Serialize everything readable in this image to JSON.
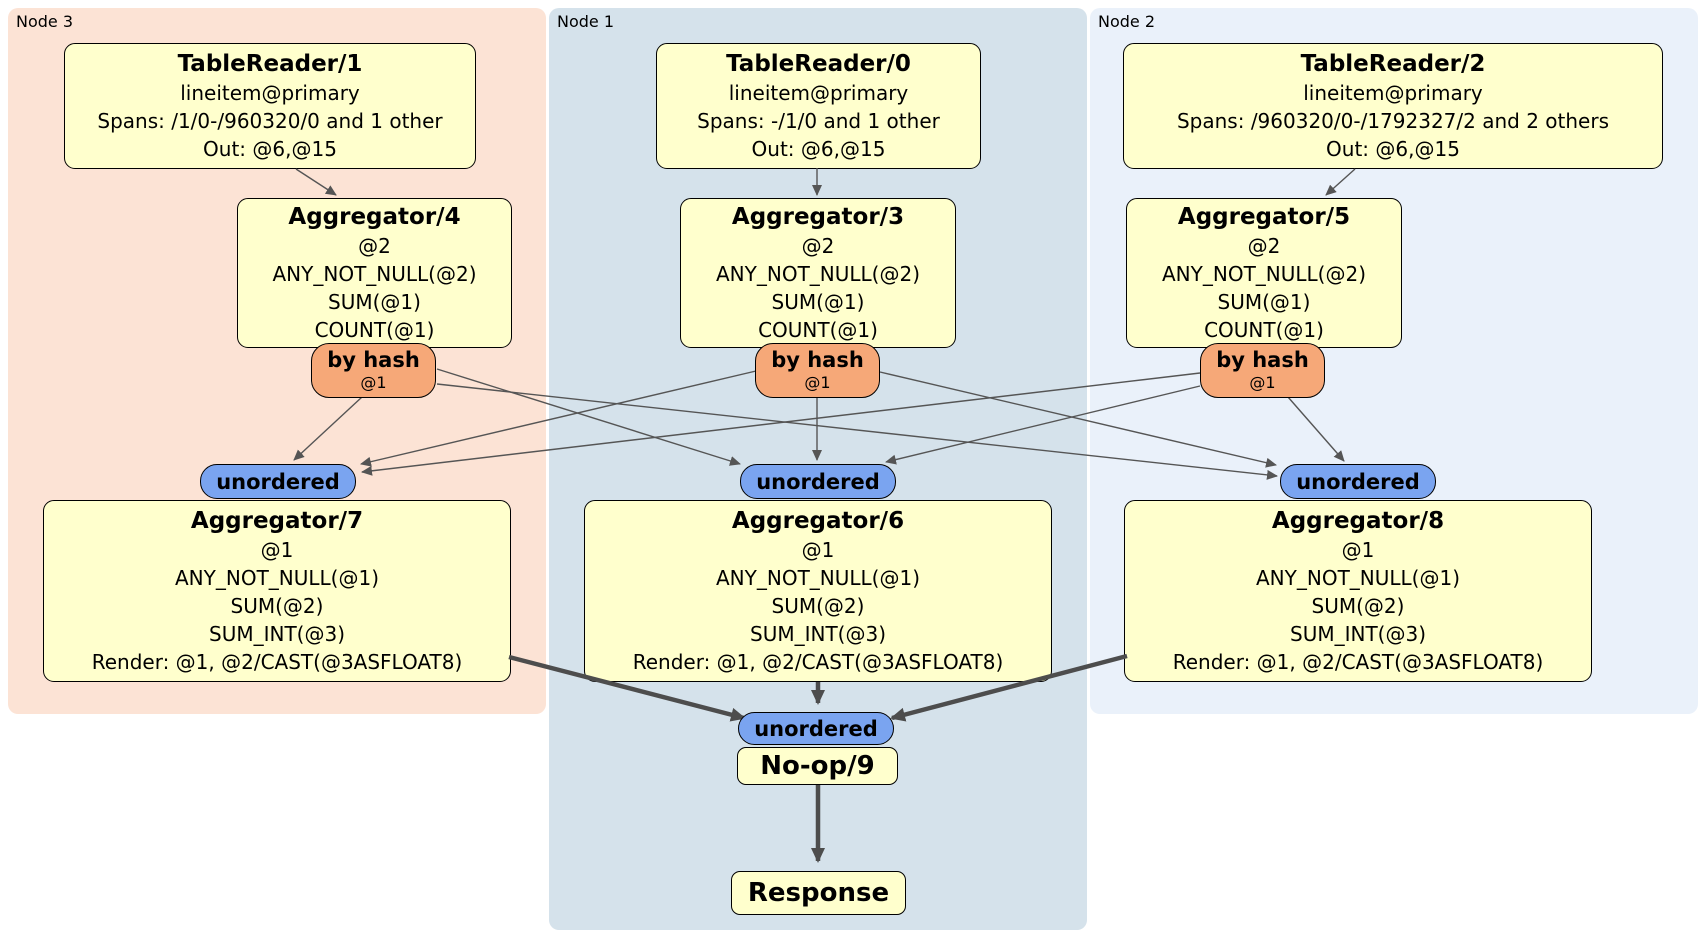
{
  "groups": [
    {
      "label": "Node 3"
    },
    {
      "label": "Node 1"
    },
    {
      "label": "Node 2"
    }
  ],
  "nodes": {
    "tr1": {
      "title": "TableReader/1",
      "lines": [
        "lineitem@primary",
        "Spans: /1/0-/960320/0 and 1 other",
        "Out: @6,@15"
      ]
    },
    "tr0": {
      "title": "TableReader/0",
      "lines": [
        "lineitem@primary",
        "Spans: -/1/0 and 1 other",
        "Out: @6,@15"
      ]
    },
    "tr2": {
      "title": "TableReader/2",
      "lines": [
        "lineitem@primary",
        "Spans: /960320/0-/1792327/2 and 2 others",
        "Out: @6,@15"
      ]
    },
    "agg4": {
      "title": "Aggregator/4",
      "lines": [
        "@2",
        "ANY_NOT_NULL(@2)",
        "SUM(@1)",
        "COUNT(@1)"
      ]
    },
    "agg3": {
      "title": "Aggregator/3",
      "lines": [
        "@2",
        "ANY_NOT_NULL(@2)",
        "SUM(@1)",
        "COUNT(@1)"
      ]
    },
    "agg5": {
      "title": "Aggregator/5",
      "lines": [
        "@2",
        "ANY_NOT_NULL(@2)",
        "SUM(@1)",
        "COUNT(@1)"
      ]
    },
    "agg7": {
      "title": "Aggregator/7",
      "lines": [
        "@1",
        "ANY_NOT_NULL(@1)",
        "SUM(@2)",
        "SUM_INT(@3)",
        "Render: @1, @2/CAST(@3ASFLOAT8)"
      ]
    },
    "agg6": {
      "title": "Aggregator/6",
      "lines": [
        "@1",
        "ANY_NOT_NULL(@1)",
        "SUM(@2)",
        "SUM_INT(@3)",
        "Render: @1, @2/CAST(@3ASFLOAT8)"
      ]
    },
    "agg8": {
      "title": "Aggregator/8",
      "lines": [
        "@1",
        "ANY_NOT_NULL(@1)",
        "SUM(@2)",
        "SUM_INT(@3)",
        "Render: @1, @2/CAST(@3ASFLOAT8)"
      ]
    },
    "noop": {
      "title": "No-op/9"
    },
    "response": {
      "title": "Response"
    }
  },
  "router": {
    "label": "by hash",
    "key": "@1"
  },
  "stream": {
    "label": "unordered"
  },
  "colors": {
    "page_bg": "#ffffff",
    "group_node3_fill": "#fce3d5",
    "group_node1_fill": "#d5e2eb",
    "group_node2_fill": "#eaf1fa",
    "box_fill": "#ffffcd",
    "box_border": "#000000",
    "byhash_fill": "#f6a878",
    "unordered_fill": "#7aa4f0",
    "edge_color": "#555555",
    "edge_thick_color": "#4d4d4d",
    "text_color": "#000000"
  }
}
